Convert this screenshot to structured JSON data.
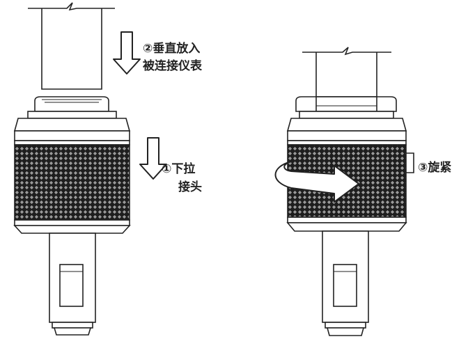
{
  "steps": {
    "step1": {
      "line1": "①下拉",
      "line2": "接头"
    },
    "step2": {
      "line1": "②垂直放入",
      "line2": "被连接仪表"
    },
    "step3": {
      "line1": "③旋紧"
    }
  },
  "colors": {
    "ink": "#222222",
    "paper": "#ffffff"
  },
  "icons": [
    "down-arrow-icon",
    "curved-rotation-arrow-icon"
  ]
}
